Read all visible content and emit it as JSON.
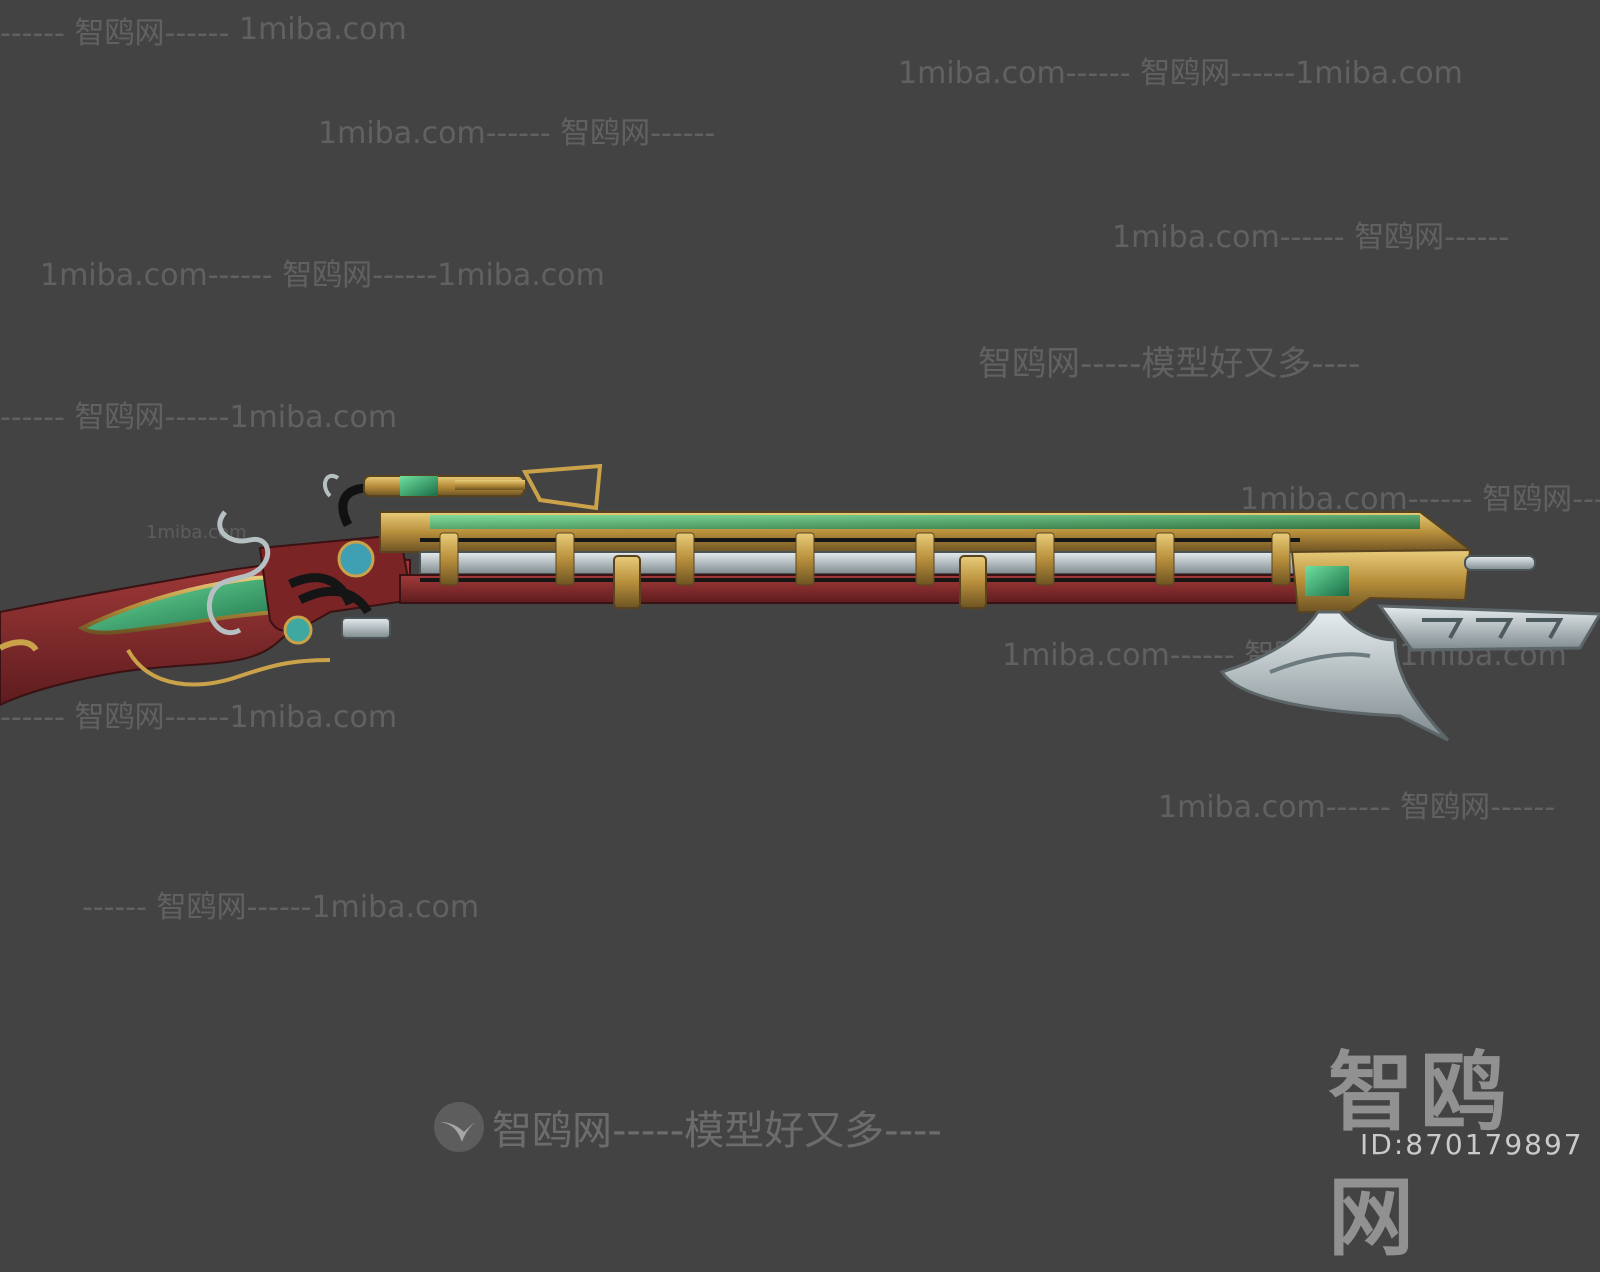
{
  "watermarks": {
    "brand": "智鸥网",
    "url": "1miba.com",
    "dash": "------",
    "slogan_line": "智鸥网-----模型好又多----"
  },
  "brand_logo": {
    "name": "智鸥网",
    "id": "ID:870179897"
  },
  "colors": {
    "background": "#434343",
    "stock": "#8a2a2c",
    "gold": "#c9a24a",
    "jade": "#2fa36a",
    "steel": "#b9c3c6"
  },
  "icons": [
    "bird-logo-icon"
  ]
}
